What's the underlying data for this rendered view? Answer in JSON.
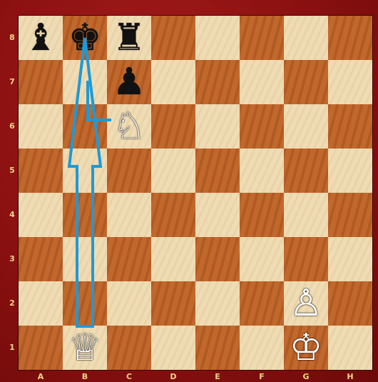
{
  "board": {
    "files": [
      "A",
      "B",
      "C",
      "D",
      "E",
      "F",
      "G",
      "H"
    ],
    "ranks": [
      "8",
      "7",
      "6",
      "5",
      "4",
      "3",
      "2",
      "1"
    ],
    "light_color": "#f0dcb4",
    "dark_color": "#c1682c",
    "frame_color": "#8f1414",
    "label_color": "#f3d48a"
  },
  "pieces": [
    {
      "square": "A8",
      "color": "black",
      "type": "bishop",
      "glyph": "♝"
    },
    {
      "square": "B8",
      "color": "black",
      "type": "king",
      "glyph": "♚"
    },
    {
      "square": "C8",
      "color": "black",
      "type": "rook",
      "glyph": "♜"
    },
    {
      "square": "C7",
      "color": "black",
      "type": "pawn",
      "glyph": "♟"
    },
    {
      "square": "C6",
      "color": "white",
      "type": "knight",
      "glyph": "♘"
    },
    {
      "square": "G2",
      "color": "white",
      "type": "pawn",
      "glyph": "♙"
    },
    {
      "square": "B1",
      "color": "white",
      "type": "queen",
      "glyph": "♕"
    },
    {
      "square": "G1",
      "color": "white",
      "type": "king",
      "glyph": "♔"
    }
  ],
  "arrows": [
    {
      "from": "B1",
      "to": "B8",
      "color": "#1e9ad6"
    },
    {
      "from": "C6",
      "to": "B8",
      "color": "#1e9ad6"
    }
  ]
}
